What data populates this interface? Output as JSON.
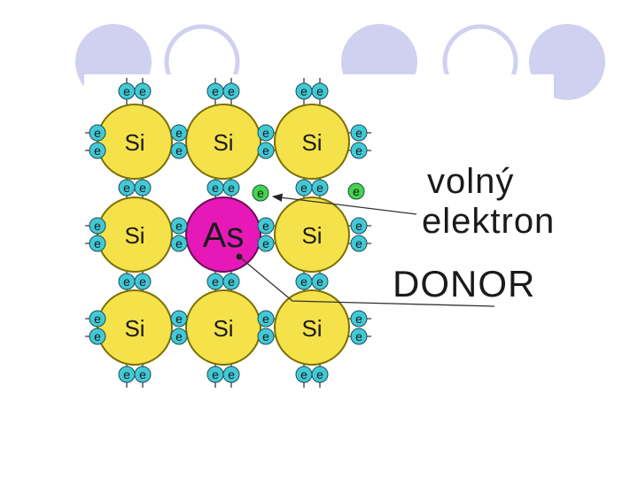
{
  "diagram": {
    "labels": {
      "free_electron_line1": "volný",
      "free_electron_line2": "elektron",
      "donor": "DONOR"
    },
    "atoms": [
      [
        "Si",
        "Si",
        "Si"
      ],
      [
        "Si",
        "As",
        "Si"
      ],
      [
        "Si",
        "Si",
        "Si"
      ]
    ],
    "electron_symbol": "e",
    "free_electron_symbol": "e",
    "colors": {
      "silicon": "#f5e14a",
      "silicon_border": "#7a7000",
      "dopant": "#e619b8",
      "dopant_border": "#6b0b57",
      "electron": "#42c8d6",
      "free_electron": "#44d44a",
      "header_circle": "#d0d0f0",
      "header_ring": "#d0d0f0"
    }
  }
}
